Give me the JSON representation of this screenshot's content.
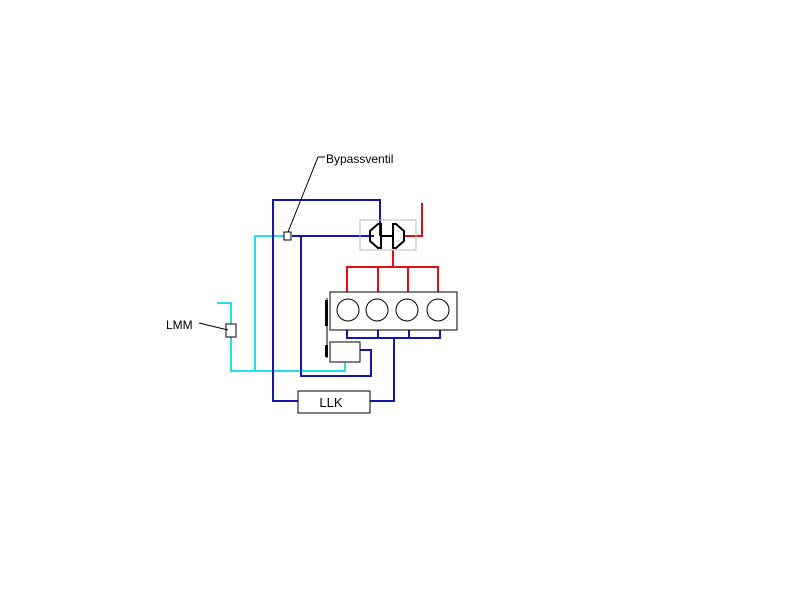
{
  "labels": {
    "bypass_valve": "Bypassventil",
    "maf_sensor": "LMM",
    "intercooler": "LLK"
  },
  "colors": {
    "pressure_line": "#1515b0",
    "intake_line": "#22e0ee",
    "exhaust_line": "#dd1111",
    "outline": "#000000",
    "turbo_frame": "#b8b8b8"
  },
  "engine": {
    "cylinder_count": 4
  }
}
